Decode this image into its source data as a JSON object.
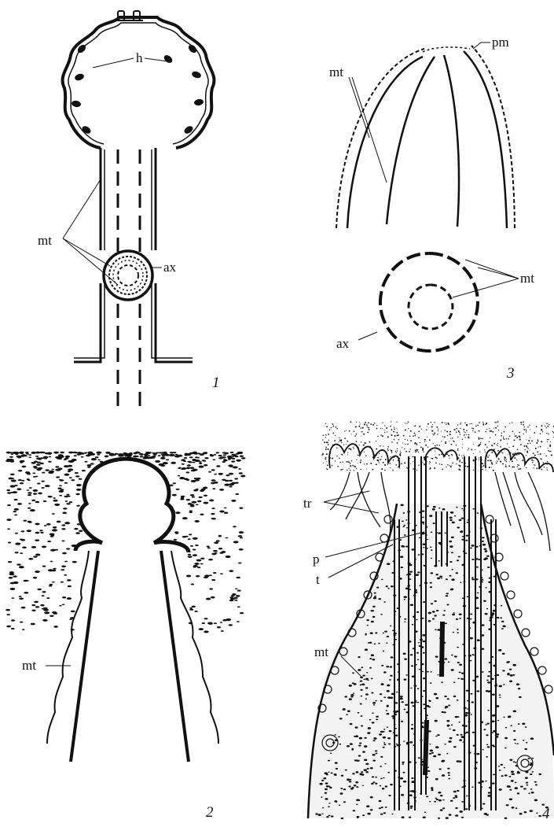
{
  "figures": [
    {
      "id": "fig1",
      "number": "1",
      "labels": {
        "h": "h",
        "mt": "mt",
        "ax": "ax"
      }
    },
    {
      "id": "fig2",
      "number": "2",
      "labels": {
        "mt": "mt"
      }
    },
    {
      "id": "fig3",
      "number": "3",
      "labels": {
        "pm": "pm",
        "mt_top": "mt",
        "mt_bottom": "mt",
        "ax": "ax"
      }
    },
    {
      "id": "fig4",
      "number": "4",
      "labels": {
        "tr": "tr",
        "p": "p",
        "t": "t",
        "mt": "mt"
      }
    }
  ],
  "colors": {
    "ink": "#111111",
    "background": "#ffffff"
  }
}
